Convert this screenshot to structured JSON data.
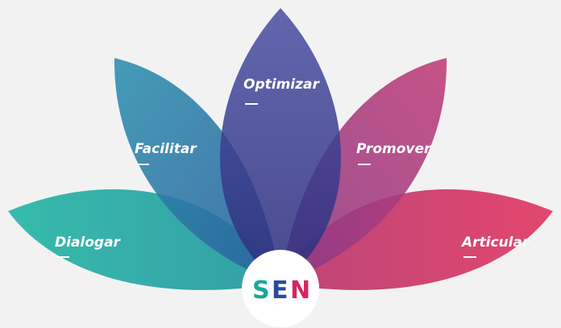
{
  "petals": [
    {
      "label": "Dialogar",
      "color_start": "#2db8a8",
      "color_end": "#2a9aa2"
    },
    {
      "label": "Facilitar",
      "color_start": "#2d8fb0",
      "color_end": "#2b5f9b"
    },
    {
      "label": "Optimizar",
      "color_start": "#4a4fa3",
      "color_end": "#2c2f7c"
    },
    {
      "label": "Promover",
      "color_start": "#8a3b86",
      "color_end": "#c03c78"
    },
    {
      "label": "Articular",
      "color_start": "#b83870",
      "color_end": "#e23a63"
    }
  ],
  "center": {
    "letters": [
      "S",
      "E",
      "N"
    ],
    "letter_colors": [
      "#1aa79a",
      "#2b4a9f",
      "#d8245c"
    ]
  },
  "background": "#f2f2f2"
}
